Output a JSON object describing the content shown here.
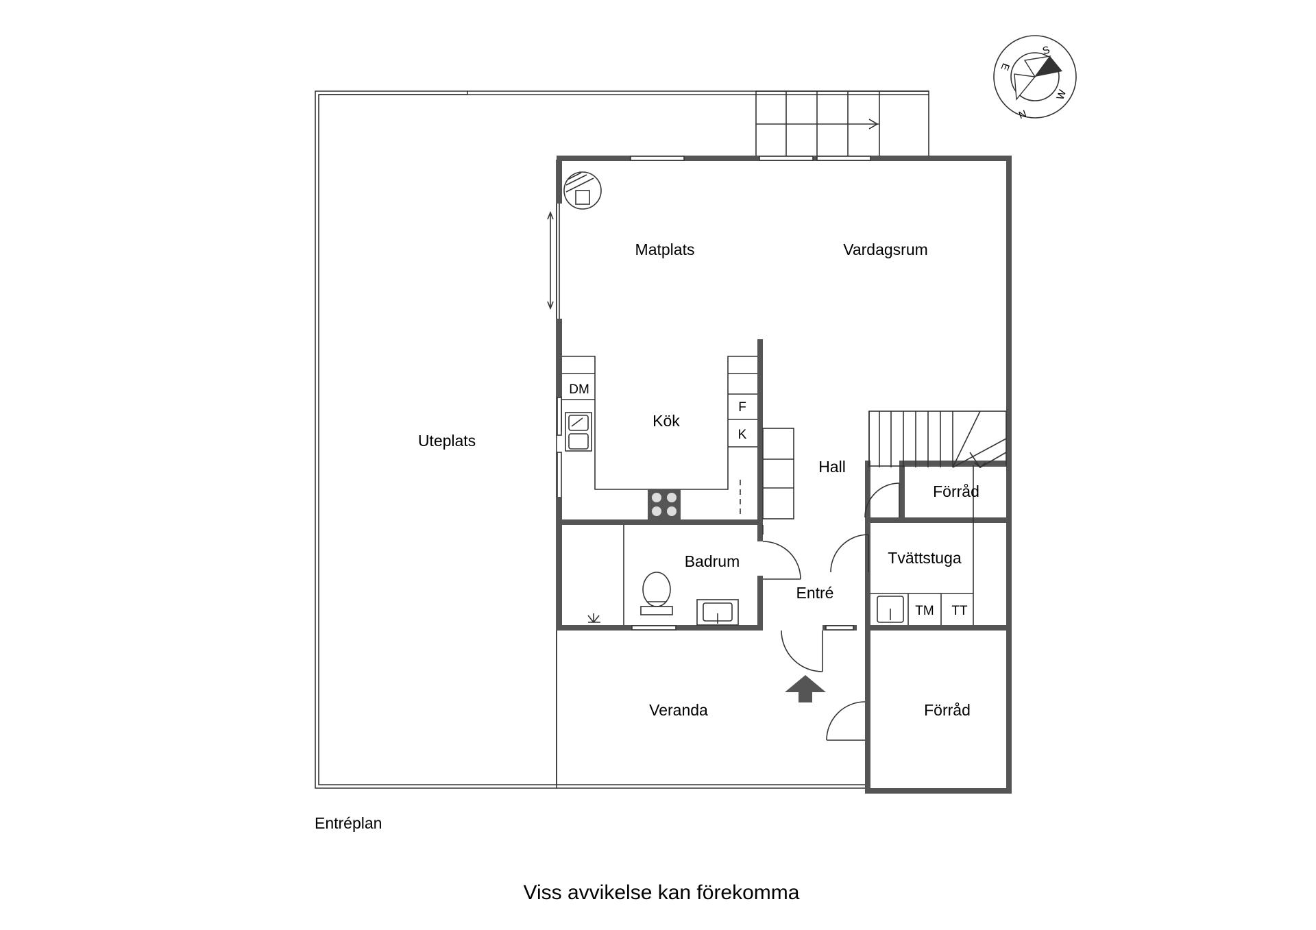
{
  "rooms": {
    "matplats": "Matplats",
    "vardagsrum": "Vardagsrum",
    "kok": "Kök",
    "hall": "Hall",
    "uteplats": "Uteplats",
    "forrad_upper": "Förråd",
    "tvattstuga": "Tvättstuga",
    "badrum": "Badrum",
    "entre": "Entré",
    "veranda": "Veranda",
    "forrad_lower": "Förråd"
  },
  "fixtures": {
    "dishwasher": "DM",
    "fridge": "F",
    "freezer": "K",
    "washing_machine": "TM",
    "tumble_dryer": "TT"
  },
  "compass": {
    "s": "S",
    "w": "W",
    "n": "N",
    "e": "E"
  },
  "floor_label": "Entréplan",
  "disclaimer": "Viss avvikelse kan förekomma"
}
